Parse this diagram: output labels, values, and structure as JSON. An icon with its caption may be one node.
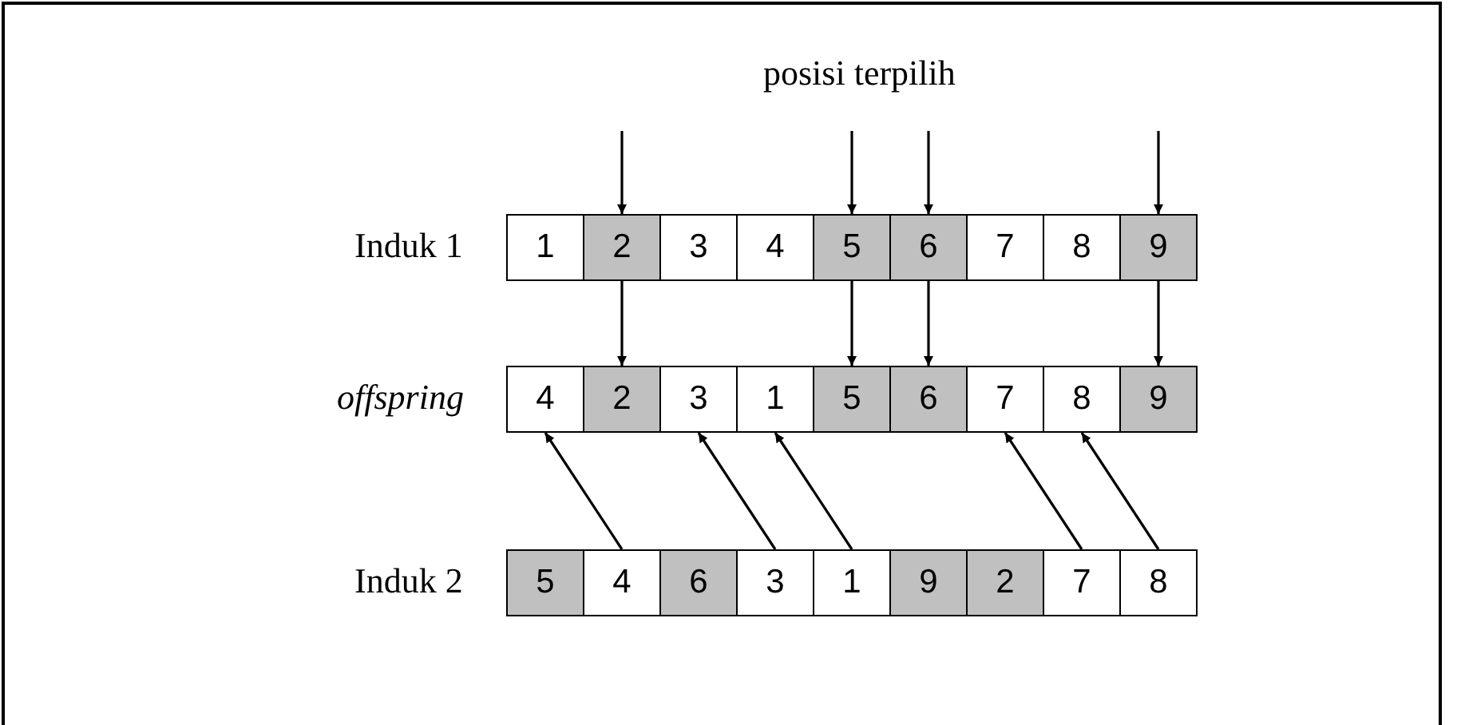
{
  "diagram": {
    "nodes": [
      {
        "text": [
          "1"
        ]
      },
      {
        "text": [
          "2"
        ]
      },
      {
        "text": [
          "3"
        ]
      },
      {
        "text": [
          "4"
        ]
      },
      {
        "text": [
          "5"
        ]
      },
      {
        "text": [
          "6"
        ]
      },
      {
        "text": [
          "7"
        ]
      },
      {
        "text": [
          "8"
        ]
      },
      {
        "text": [
          "9"
        ]
      },
      {
        "text": [
          "4"
        ]
      },
      {
        "text": [
          "2"
        ]
      },
      {
        "text": [
          "3"
        ]
      },
      {
        "text": [
          "1"
        ]
      },
      {
        "text": [
          "5"
        ]
      },
      {
        "text": [
          "6"
        ]
      },
      {
        "text": [
          "7"
        ]
      },
      {
        "text": [
          "8"
        ]
      },
      {
        "text": [
          "9"
        ]
      },
      {
        "text": [
          "5"
        ]
      },
      {
        "text": [
          "4"
        ]
      },
      {
        "text": [
          "6"
        ]
      },
      {
        "text": [
          "3"
        ]
      },
      {
        "text": [
          "1"
        ]
      },
      {
        "text": [
          "9"
        ]
      },
      {
        "text": [
          "2"
        ]
      },
      {
        "text": [
          "7"
        ]
      },
      {
        "text": [
          "8"
        ]
      }
    ],
    "edges": [
      {
        "from": null,
        "to": 1,
        "arrow": "to"
      },
      {
        "from": null,
        "to": 4,
        "arrow": "to"
      },
      {
        "from": null,
        "to": 5,
        "arrow": "to"
      },
      {
        "from": null,
        "to": 8,
        "arrow": "to"
      },
      {
        "from": 1,
        "to": 10,
        "arrow": "to"
      },
      {
        "from": 4,
        "to": 13,
        "arrow": "to"
      },
      {
        "from": 5,
        "to": 14,
        "arrow": "to"
      },
      {
        "from": 8,
        "to": 17,
        "arrow": "to"
      },
      {
        "from": 19,
        "to": 9,
        "arrow": "to"
      },
      {
        "from": 21,
        "to": 11,
        "arrow": "to"
      },
      {
        "from": 22,
        "to": 12,
        "arrow": "to"
      },
      {
        "from": 25,
        "to": 15,
        "arrow": "to"
      },
      {
        "from": 26,
        "to": 16,
        "arrow": "to"
      }
    ],
    "labels": [
      "posisi terpilih",
      "Induk 1",
      "offspring",
      "Induk 2"
    ]
  }
}
